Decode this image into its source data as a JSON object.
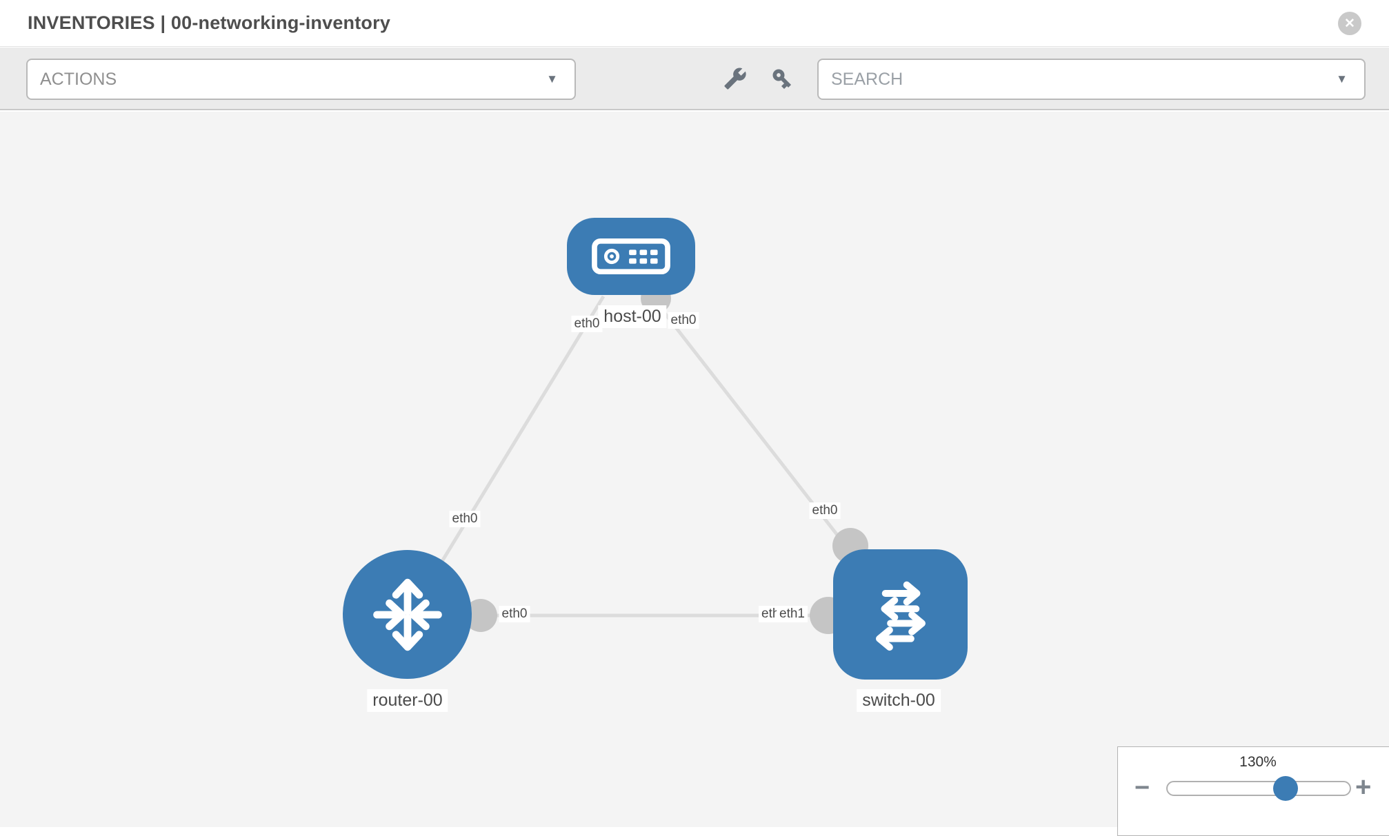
{
  "header": {
    "title": "INVENTORIES | 00-networking-inventory",
    "close_glyph": "✕"
  },
  "toolbar": {
    "actions_label": "ACTIONS",
    "search_placeholder": "SEARCH",
    "caret_glyph": "▼",
    "icons": [
      "wrench-icon",
      "key-icon"
    ]
  },
  "topology": {
    "nodes": [
      {
        "id": "host-00",
        "type": "host",
        "label": "host-00"
      },
      {
        "id": "router-00",
        "type": "router",
        "label": "router-00"
      },
      {
        "id": "switch-00",
        "type": "switch",
        "label": "switch-00"
      }
    ],
    "links": [
      {
        "from": "host-00",
        "to": "router-00",
        "from_interface": "eth0",
        "to_interface": "eth0"
      },
      {
        "from": "host-00",
        "to": "switch-00",
        "from_interface": "eth0",
        "to_interface": "eth0"
      },
      {
        "from": "router-00",
        "to": "switch-00",
        "from_interface": "eth0",
        "to_interface": "eth1"
      }
    ],
    "overlapped_interface_label": "eth0"
  },
  "zoom_control": {
    "level": "130%",
    "minus_glyph": "−",
    "plus_glyph": "+"
  },
  "colors": {
    "node_blue": "#3c7cb4",
    "canvas_bg": "#f4f4f4",
    "toolbar_bg": "#ebebeb",
    "edge_gray": "#dcdcdc",
    "handle_gray": "#c5c5c5"
  }
}
